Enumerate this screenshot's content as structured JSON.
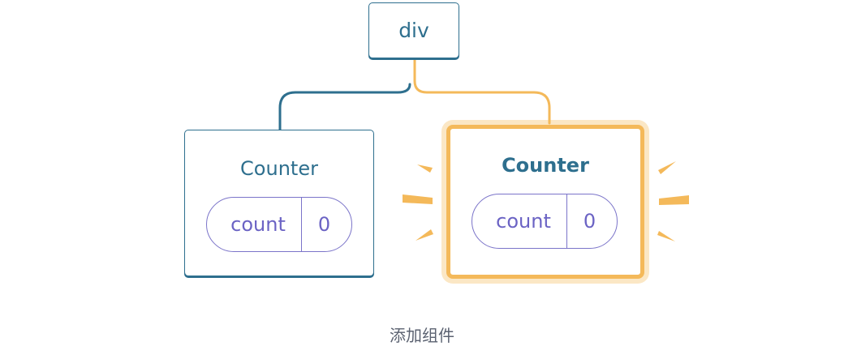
{
  "tree": {
    "root": {
      "label": "div"
    },
    "children": [
      {
        "component": "Counter",
        "state_key": "count",
        "state_value": "0",
        "highlighted": false
      },
      {
        "component": "Counter",
        "state_key": "count",
        "state_value": "0",
        "highlighted": true
      }
    ]
  },
  "caption": "添加组件",
  "colors": {
    "teal": "#2e6f8e",
    "highlight": "#f4b95a",
    "state_purple": "#7b74c9",
    "caption_gray": "#5b6271"
  }
}
